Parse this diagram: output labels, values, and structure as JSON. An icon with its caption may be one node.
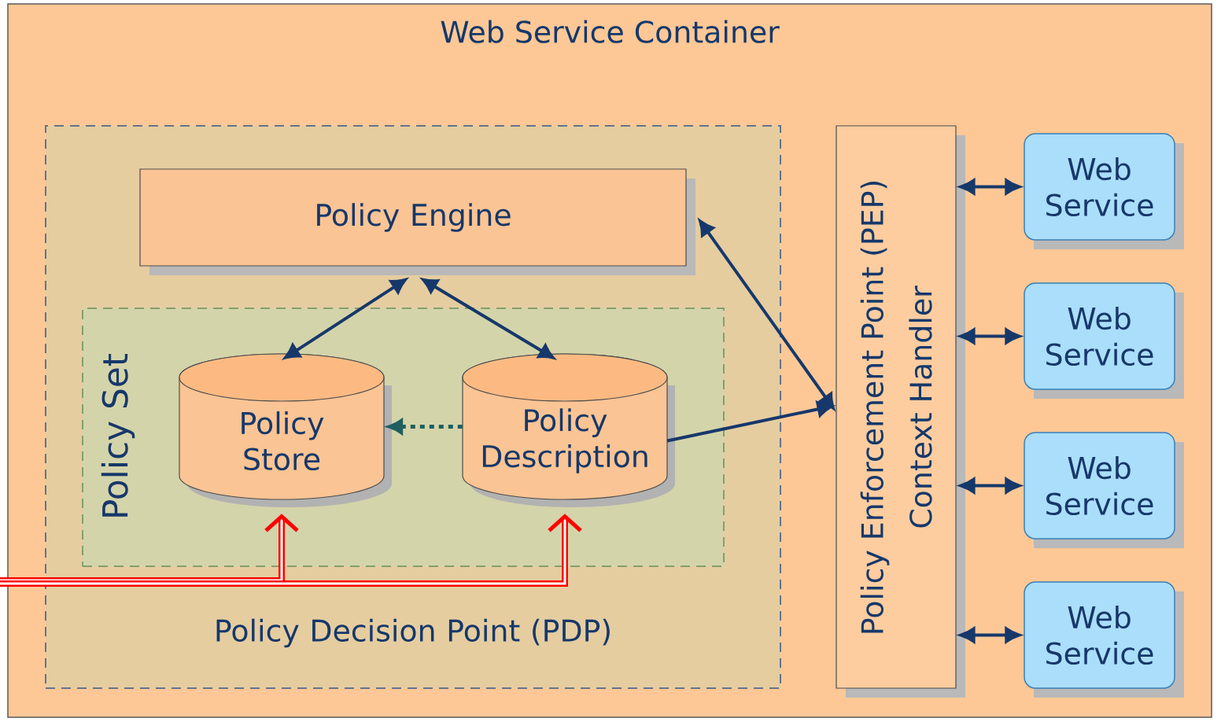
{
  "diagram": {
    "nodes": [
      {
        "text": [
          "Web Service Container"
        ]
      },
      {
        "text": [
          "Policy Decision Point (PDP)"
        ],
        "in": 0
      },
      {
        "text": [
          "Policy Engine"
        ],
        "in": 1
      },
      {
        "text": [
          "Policy Set"
        ],
        "in": 1
      },
      {
        "text": [
          "Policy Store"
        ],
        "in": 3
      },
      {
        "text": [
          "Policy Description"
        ],
        "in": 3
      },
      {
        "text": [
          "Policy Enforcement Point  (PEP)",
          "Context Handler"
        ],
        "in": 0
      },
      {
        "text": [
          "Web Service"
        ],
        "in": 0
      },
      {
        "text": [
          "Web Service"
        ],
        "in": 0
      },
      {
        "text": [
          "Web Service"
        ],
        "in": 0
      },
      {
        "text": [
          "Web Service"
        ],
        "in": 0
      }
    ],
    "edges": [
      {
        "from": 2,
        "to": 4,
        "arrow": "both"
      },
      {
        "from": 2,
        "to": 5,
        "arrow": "both"
      },
      {
        "from": 2,
        "to": 6,
        "arrow": "both"
      },
      {
        "from": 5,
        "to": 6,
        "arrow": "to"
      },
      {
        "from": 5,
        "to": 4,
        "arrow": "to",
        "style": "dashed",
        "color": "#1f5f5f"
      },
      {
        "from": null,
        "to": 4,
        "arrow": "to",
        "style": "thick",
        "color": "#ff0000"
      },
      {
        "from": null,
        "to": 5,
        "arrow": "to",
        "style": "thick",
        "color": "#ff0000"
      },
      {
        "from": 6,
        "to": 7,
        "arrow": "both"
      },
      {
        "from": 6,
        "to": 8,
        "arrow": "both"
      },
      {
        "from": 6,
        "to": 9,
        "arrow": "both"
      },
      {
        "from": 6,
        "to": 10,
        "arrow": "both"
      }
    ]
  }
}
